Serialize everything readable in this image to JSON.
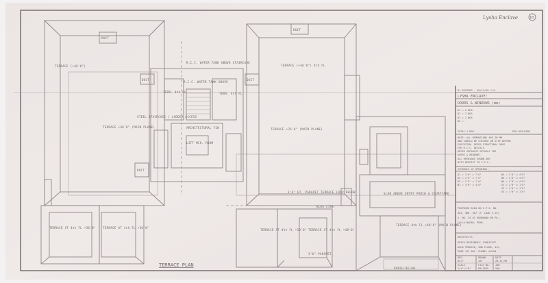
{
  "sheet": {
    "signature": "Lysha Enclave",
    "sheet_no": "10",
    "title": "TERRACE PLAN"
  },
  "labels": {
    "duct": "DUCT",
    "terrace_left_top": "TERRACE (+46'0\")",
    "terrace_right_top": "TERRACE (+46'0\") 4th FL",
    "water_tank": "R.C.C. WATER TANK ABOVE STAIRCASE",
    "water_tank_small": "R.C.C. WATER TANK ABOVE",
    "terr_left": "TERR. 4th FL",
    "terr_right": "TERR. 4th FL",
    "terrace_left_main": "TERRACE +46'0\" (MAIN PLANE)",
    "steel_stair": "STEEL STAIRCASE / LADDER ACCESS",
    "arch_fin": "ARCHITECTURAL FIN",
    "lift_room": "LIFT MCH. ROOM",
    "terrace_center_main": "TERRACE +35'0\" (MAIN PLANE)",
    "parapet_top": "3'6\" HT. PARAPET TERRACE LOOP BELOW",
    "bldg_line": "BLDG LINE",
    "slab_above": "SLAB ABOVE ENTRY PORCH & COURTYARD",
    "terrace_bl1": "TERRACE AT 4th FL +36'0\"",
    "terrace_bl2": "TERRACE AT 4th FL +36'0\"",
    "terrace_bc1": "TERRACE AT 4th FL +30'0\"",
    "terrace_bc2": "TERRACE AT 4th FL +40'0\"",
    "terrace_br": "TERRACE 4th FL +40'0\" (MAIN PLANE)",
    "parapet_bottom": "3'6\" PARAPET",
    "porch_below": "PORCH BELOW"
  },
  "title_block": {
    "revision": "R1 REVISED - 28/11/90 J.G.",
    "project": "LYSHA ENCLAVE:",
    "drawing": "DOORS & WINDOWS (mm)",
    "schedule_lines": [
      "D1 = 2 NOS.",
      "D2 = 2 NOS.",
      "D3 = 2 NOS.",
      "D4 = -"
    ],
    "total": "TOTAL 2 NOS.",
    "total_right": "PER BUILDING",
    "notes": [
      "NOTE: ALL DIMENSIONS ARE IN MM",
      "AND SHOULD BE CHECKED ON SITE BEFORE",
      "EXECUTION. REFER STRUCTURAL DRGS",
      "FOR R.C.C. DETAILS.",
      "REFER SEPARATE DETAILS FOR",
      "DOORS & WINDOWS.",
      "ALL OPENINGS SHOWN ARE",
      "WITH RESPECT TO F.F.L."
    ],
    "openings_title": "SCHEDULE OF OPENINGS:",
    "openings_left": [
      "D1 = 3'0\" x 7'0\"",
      "D2 = 2'6\" x 7'0\"",
      "D3 = 2'3\" x 7'0\"",
      "W1 = 4'0\" x 4'0\""
    ],
    "openings_right": [
      "W2 = 3'0\" x 4'0\"",
      "W3 = 2'6\" x 4'0\"",
      "W4 = 2'0\" x 4'0\"",
      "V1 = 2'0\" x 1'6\"",
      "V2 = 1'6\" x 1'6\"",
      "V3 = 1'0\" x 1'6\""
    ],
    "proposal": [
      "PROPOSED BLDG ON C.T.S. NO.",
      "383, 386, 387 (F. LOAD 3.19)",
      "S. NO. 29 AT KONDHAWA BK.PO.,",
      "LULLA NAGAR, PUNE."
    ],
    "architects_label": "ARCHITECTS",
    "firm": "SPACE DESIGNERS' SYNDICATE",
    "address": [
      "ASHA TERRACE, 2ND FLOOR, 4th,",
      "PUNE 411 001.  PHONE: 64150"
    ],
    "drg_label": "DRG.",
    "drg_value": "A5/7",
    "drawn_label": "DRAWN",
    "drawn_value": "JAY",
    "date_label": "DATE",
    "date_value": "28/11/90",
    "scale_label": "SCALE",
    "scale_value": "1/4\"=1'0\"",
    "file_label": "FILE NO.",
    "file_value": "89/1059",
    "job_label": "JOB",
    "job_value": "940"
  }
}
